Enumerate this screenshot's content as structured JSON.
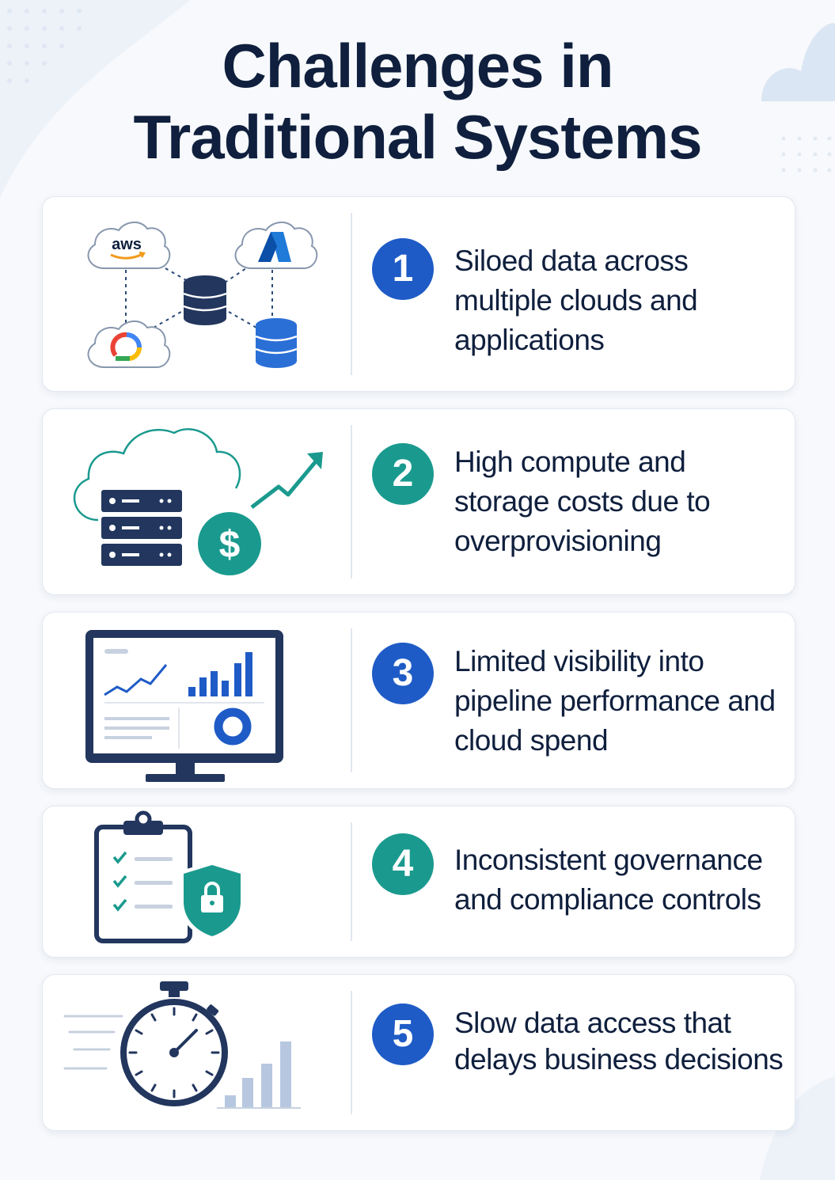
{
  "title": {
    "line1": "Challenges in",
    "line2": "Traditional Systems"
  },
  "challenges": [
    {
      "number": "1",
      "text": "Siloed data across multiple clouds and applications",
      "badge_color": "#1e5bc6",
      "illustration": "multi-cloud-databases-icon",
      "logo_text": "aws"
    },
    {
      "number": "2",
      "text": "High compute and storage costs due to overprovisioning",
      "badge_color": "#1a9a8e",
      "illustration": "cloud-server-cost-icon"
    },
    {
      "number": "3",
      "text": "Limited visibility into pipeline performance and cloud spend",
      "badge_color": "#1e5bc6",
      "illustration": "monitor-dashboard-icon"
    },
    {
      "number": "4",
      "text": "Inconsistent governance and compliance controls",
      "badge_color": "#1a9a8e",
      "illustration": "checklist-shield-icon"
    },
    {
      "number": "5",
      "text": "Slow data access that delays business decisions",
      "badge_color": "#1e5bc6",
      "illustration": "stopwatch-chart-icon"
    }
  ],
  "colors": {
    "navy": "#0f1f3d",
    "dark_blue": "#2a4a78",
    "blue": "#1e5bc6",
    "teal": "#1a9a8e"
  }
}
